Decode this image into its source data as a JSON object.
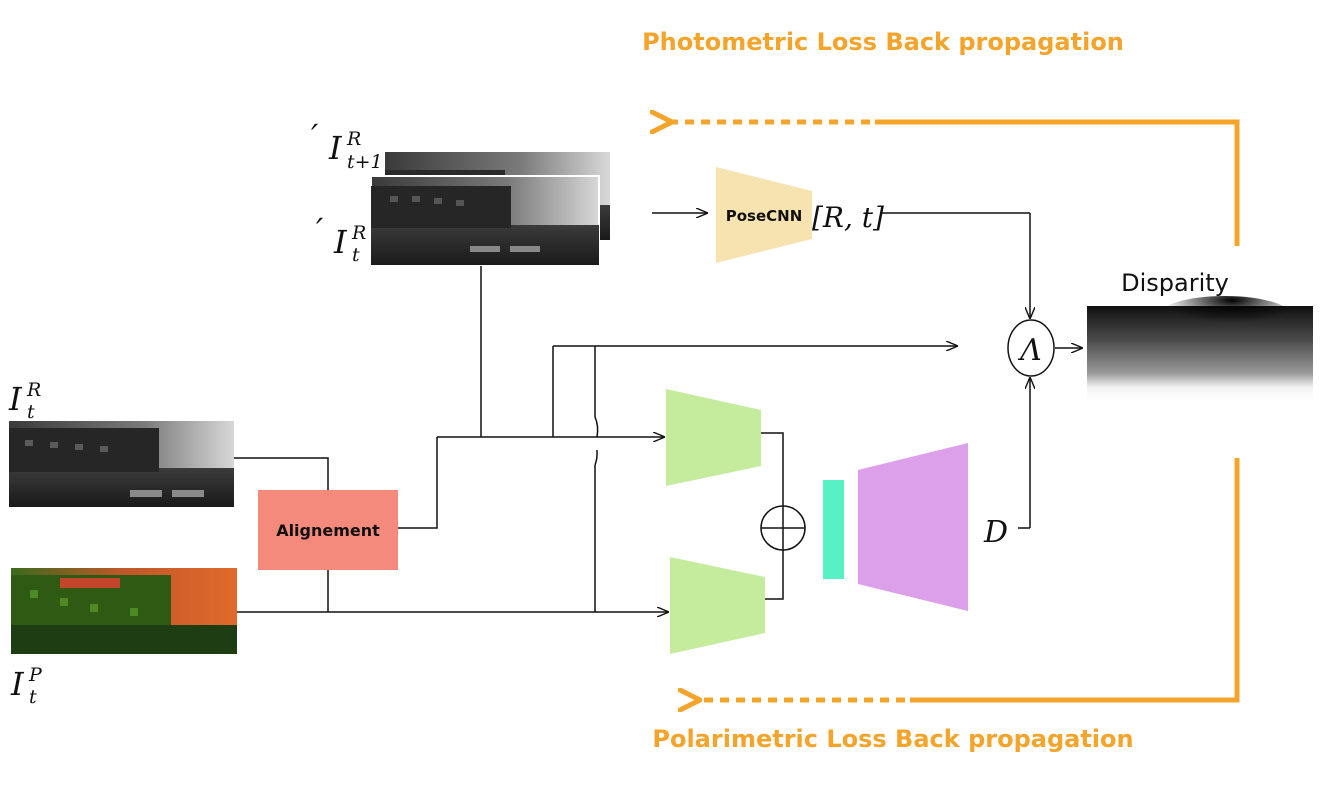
{
  "titles": {
    "top": "Photometric Loss Back propagation",
    "bottom": "Polarimetric Loss Back propagation"
  },
  "blocks": {
    "alignment": "Alignement",
    "posecnn": "PoseCNN",
    "pose_output": "[R, t]",
    "lambda_symbol": "Λ",
    "depth_symbol": "D",
    "disparity": "Disparity"
  },
  "inputs": {
    "rgb": {
      "base": "I",
      "sup": "R",
      "sub": "t"
    },
    "polar": {
      "base": "I",
      "sup": "P",
      "sub": "t"
    },
    "prev": {
      "prime": "′",
      "base": "I",
      "sup": "R",
      "sub": "t"
    },
    "next": {
      "prime": "′",
      "base": "I",
      "sup": "R",
      "sub": "t+1"
    }
  },
  "colors": {
    "loss_arrows": "#f5a42b",
    "alignment_box": "#f48a7c",
    "posecnn_box": "#f6e3b0",
    "encoder": "#c5eb9d",
    "bottleneck": "#56f2c6",
    "decoder": "#dca0ea"
  }
}
